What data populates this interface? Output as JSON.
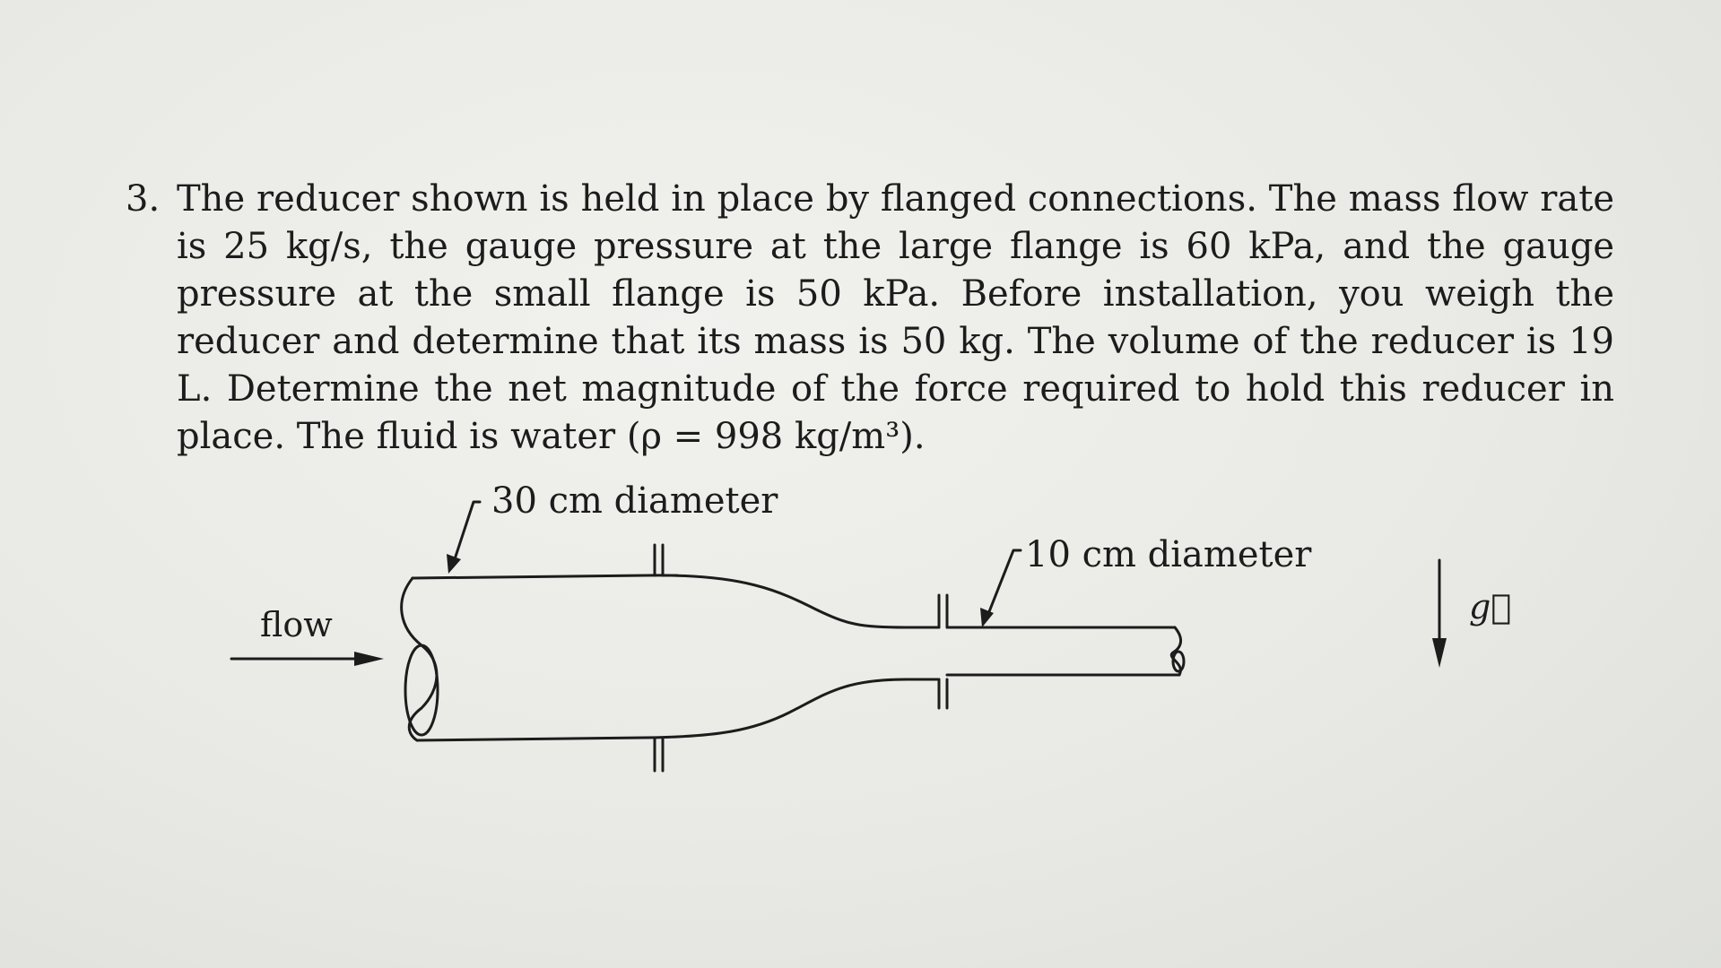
{
  "problem": {
    "number": "3.",
    "text": "The reducer shown is held in place by flanged connections. The mass flow rate is 25 kg/s, the gauge pressure at the large flange is 60 kPa, and the gauge pressure at the small flange is 50 kPa. Before installation, you weigh the reducer and determine that its mass is 50 kg. The volume of the reducer is 19 L. Determine the net magnitude of the force required to hold this reducer in place. The fluid is water (ρ = 998 kg/m³)."
  },
  "figure": {
    "large_diameter_label": "30 cm diameter",
    "small_diameter_label": "10 cm diameter",
    "flow_label": "flow",
    "gravity_label": "g⃗"
  }
}
